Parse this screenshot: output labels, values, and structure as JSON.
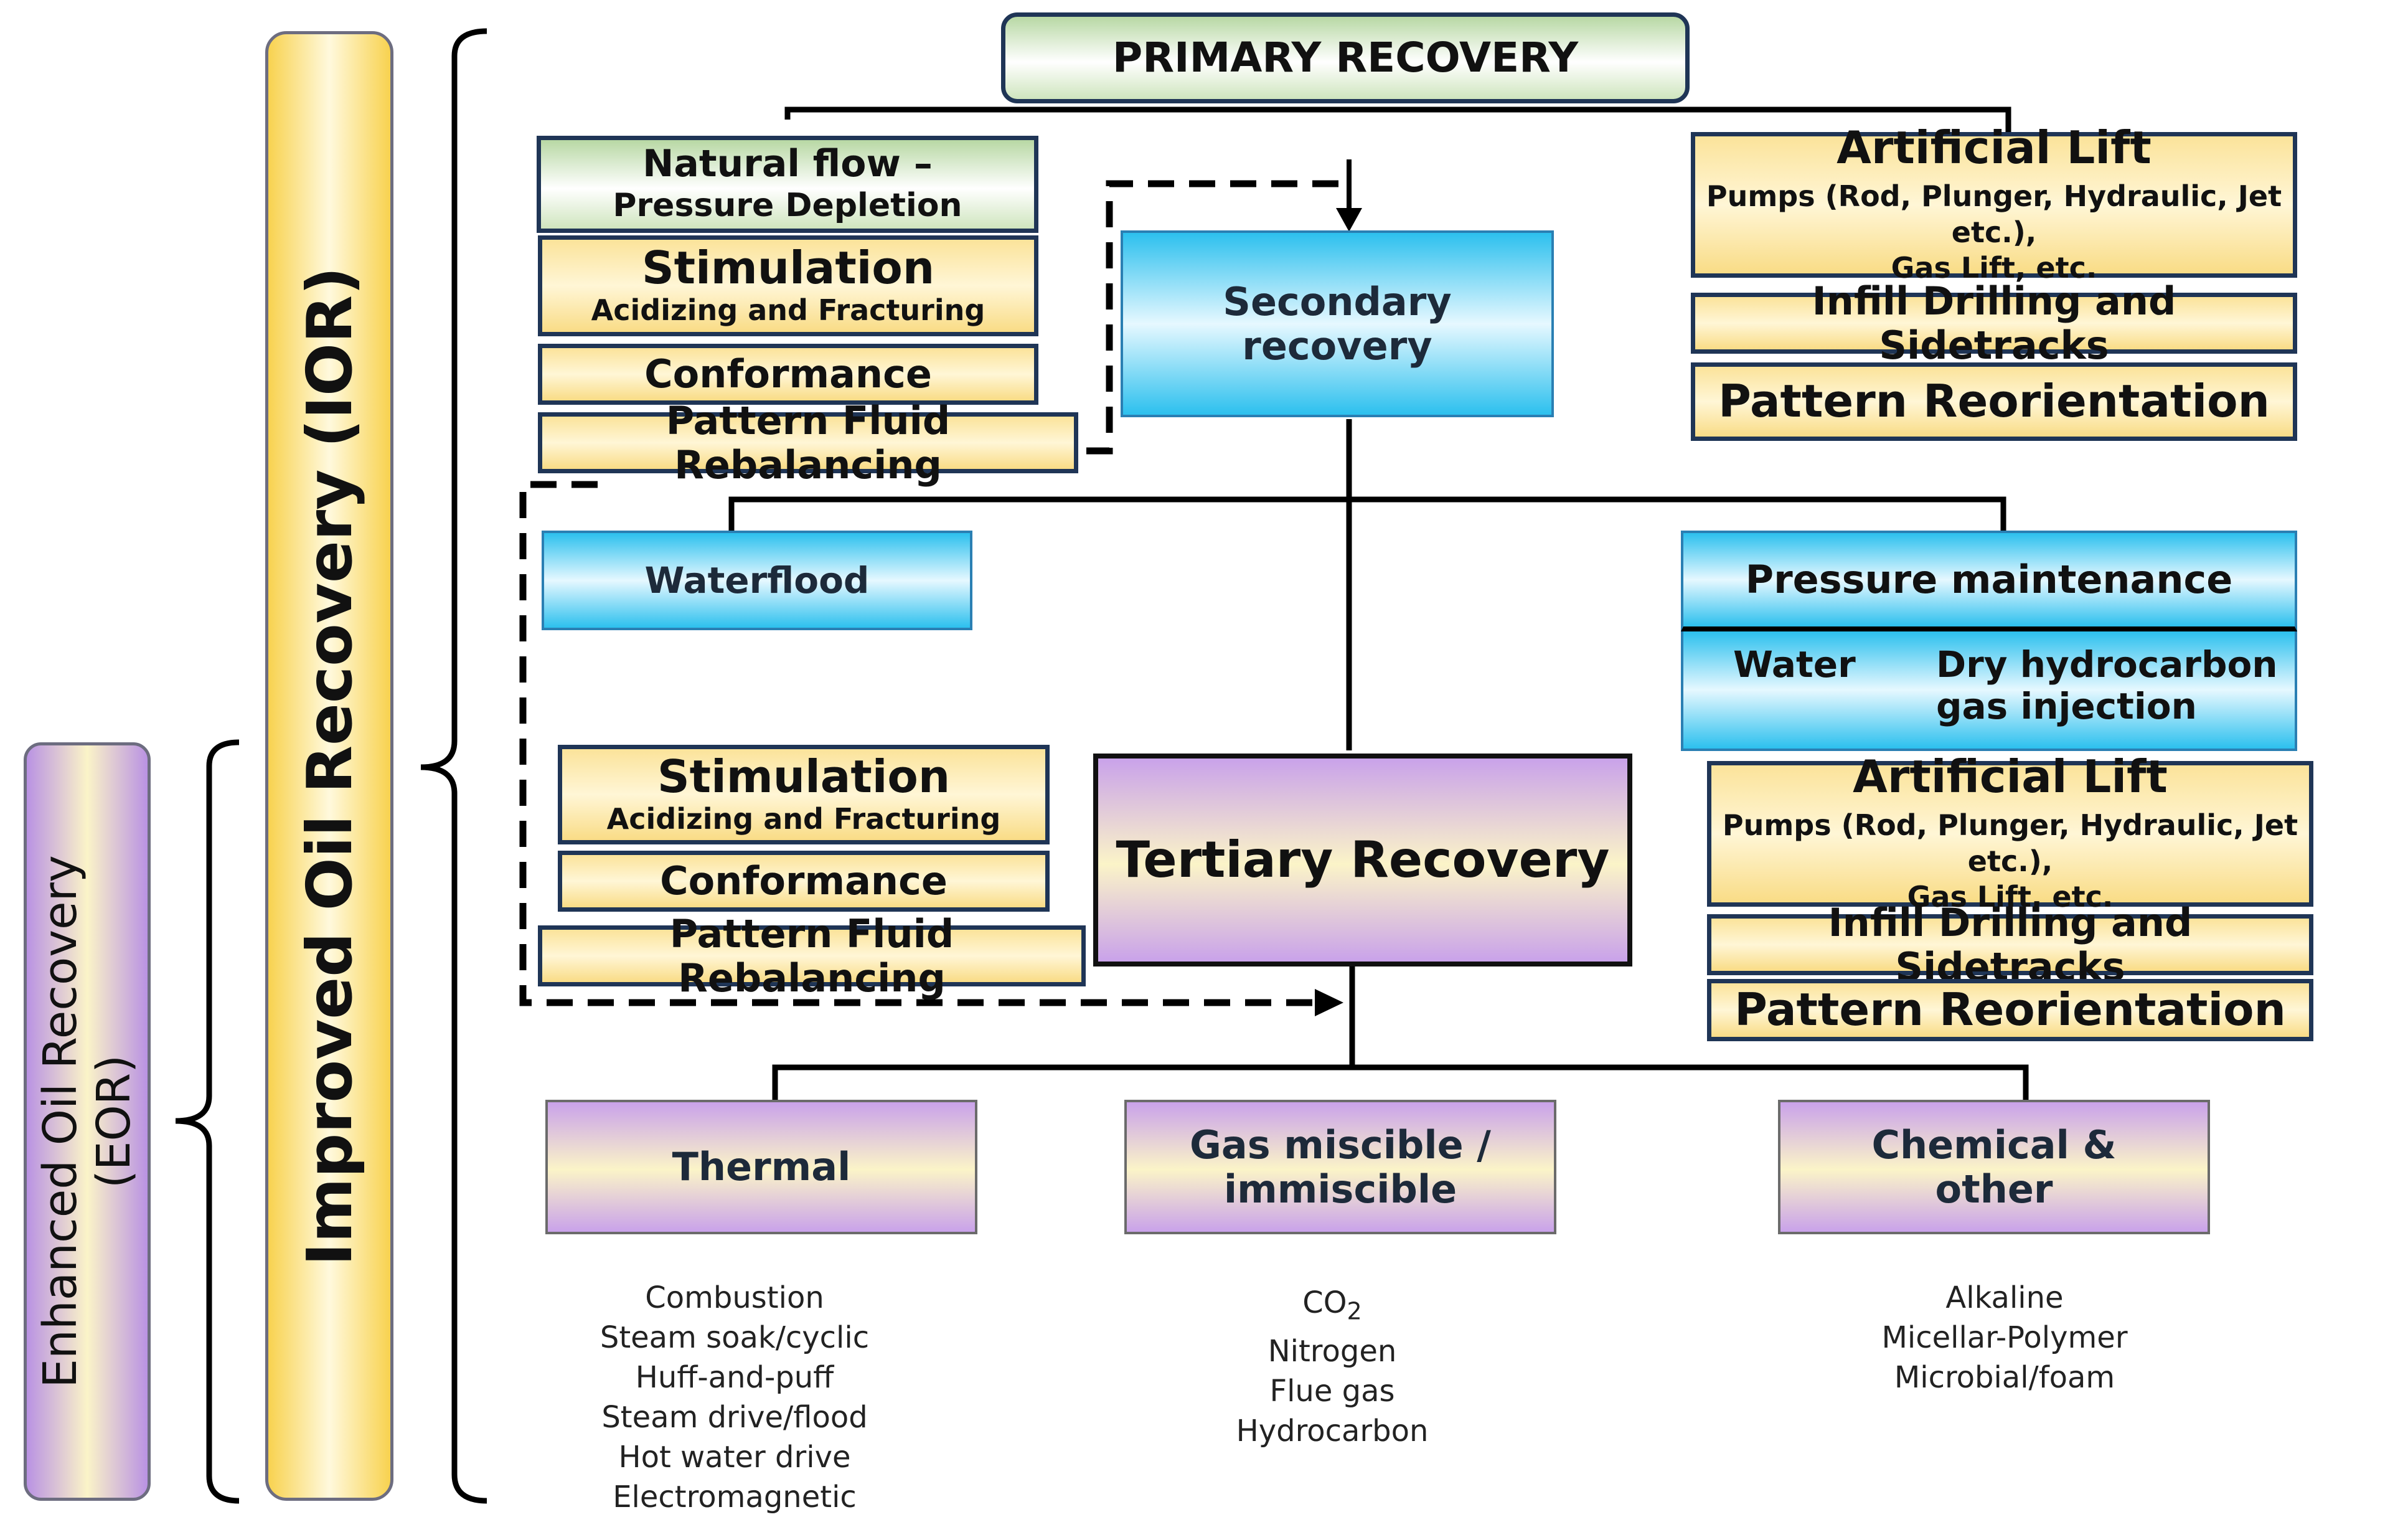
{
  "side_labels": {
    "eor_line1": "Enhanced Oil Recovery",
    "eor_line2": "(EOR)",
    "ior": "Improved Oil Recovery (IOR)"
  },
  "primary": {
    "title": "PRIMARY RECOVERY",
    "natural_flow_line1": "Natural flow –",
    "natural_flow_line2": "Pressure Depletion",
    "stimulation_title": "Stimulation",
    "stimulation_sub": "Acidizing and Fracturing",
    "conformance": "Conformance",
    "pattern_fluid": "Pattern Fluid Rebalancing",
    "artificial_lift_title": "Artificial Lift",
    "artificial_lift_sub1": "Pumps (Rod, Plunger, Hydraulic, Jet etc.),",
    "artificial_lift_sub2": "Gas Lift, etc.",
    "infill": "Infill Drilling and Sidetracks",
    "pattern_reorientation": "Pattern Reorientation"
  },
  "secondary": {
    "title_line1": "Secondary",
    "title_line2": "recovery",
    "waterflood": "Waterflood",
    "pressure_maintenance": "Pressure maintenance",
    "pm_water": "Water",
    "pm_dry_line1": "Dry hydrocarbon",
    "pm_dry_line2": "gas injection",
    "stimulation_title": "Stimulation",
    "stimulation_sub": "Acidizing and Fracturing",
    "conformance": "Conformance",
    "pattern_fluid": "Pattern Fluid Rebalancing",
    "artificial_lift_title": "Artificial Lift",
    "artificial_lift_sub1": "Pumps (Rod, Plunger, Hydraulic, Jet etc.),",
    "artificial_lift_sub2": "Gas Lift, etc.",
    "infill": "Infill Drilling and Sidetracks",
    "pattern_reorientation": "Pattern Reorientation"
  },
  "tertiary": {
    "title": "Tertiary Recovery",
    "thermal": "Thermal",
    "gas_line1": "Gas miscible /",
    "gas_line2": "immiscible",
    "chem_line1": "Chemical &",
    "chem_line2": "other",
    "thermal_list": [
      "Combustion",
      "Steam soak/cyclic",
      "Huff-and-puff",
      "Steam drive/flood",
      "Hot water drive",
      "Electromagnetic"
    ],
    "gas_list_co": "CO",
    "gas_list_co_sub": "2",
    "gas_list": [
      "Nitrogen",
      "Flue gas",
      "Hydrocarbon"
    ],
    "chem_list": [
      "Alkaline",
      "Micellar-Polymer",
      "Microbial/foam"
    ]
  }
}
